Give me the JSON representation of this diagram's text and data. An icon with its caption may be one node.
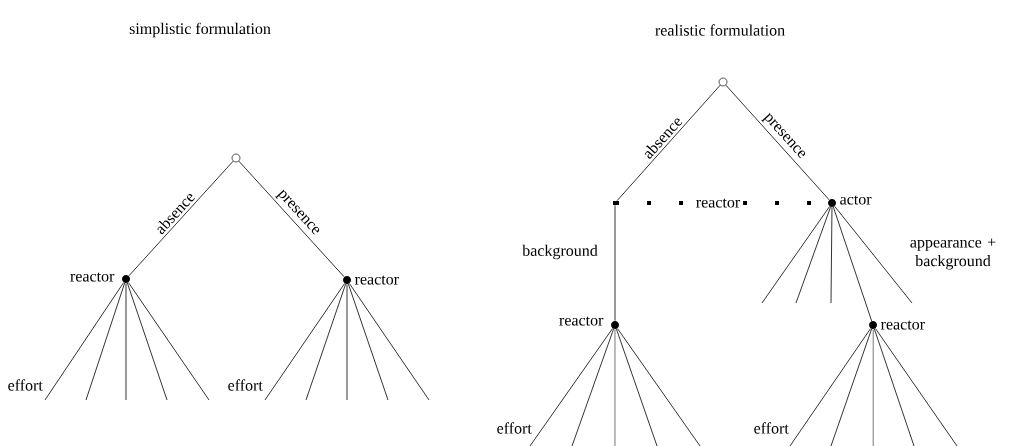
{
  "diagram": {
    "nodes": [
      {
        "text": [],
        "shape": "circle"
      },
      {
        "text": [],
        "shape": "circle",
        "beside": [
          "reactor"
        ]
      },
      {
        "text": [],
        "shape": "circle",
        "beside": [
          "reactor"
        ]
      },
      {
        "text": [],
        "shape": "circle"
      },
      {
        "text": [],
        "shape": "box"
      },
      {
        "text": [],
        "shape": "circle",
        "beside": [
          "actor"
        ]
      },
      {
        "text": [],
        "shape": "circle",
        "beside": [
          "reactor"
        ]
      },
      {
        "text": [],
        "shape": "circle",
        "beside": [
          "reactor"
        ]
      }
    ],
    "edges": [
      {
        "from": 0,
        "to": 1,
        "arrow": "none",
        "label": "absence"
      },
      {
        "from": 0,
        "to": 2,
        "arrow": "none",
        "label": "presence"
      },
      {
        "from": 1,
        "to": null,
        "arrow": "none",
        "label": "effort"
      },
      {
        "from": 1,
        "to": null,
        "arrow": "none"
      },
      {
        "from": 1,
        "to": null,
        "arrow": "none"
      },
      {
        "from": 1,
        "to": null,
        "arrow": "none"
      },
      {
        "from": 1,
        "to": null,
        "arrow": "none"
      },
      {
        "from": 2,
        "to": null,
        "arrow": "none",
        "label": "effort"
      },
      {
        "from": 2,
        "to": null,
        "arrow": "none"
      },
      {
        "from": 2,
        "to": null,
        "arrow": "none"
      },
      {
        "from": 2,
        "to": null,
        "arrow": "none"
      },
      {
        "from": 2,
        "to": null,
        "arrow": "none"
      },
      {
        "from": 3,
        "to": 4,
        "arrow": "none",
        "label": "absence"
      },
      {
        "from": 3,
        "to": 5,
        "arrow": "none",
        "label": "presence"
      },
      {
        "from": 4,
        "to": 5,
        "arrow": "none",
        "label": "reactor",
        "style": "dashed"
      },
      {
        "from": 4,
        "to": 6,
        "arrow": "none",
        "label": "background"
      },
      {
        "from": 5,
        "to": null,
        "arrow": "none"
      },
      {
        "from": 5,
        "to": null,
        "arrow": "none"
      },
      {
        "from": 5,
        "to": null,
        "arrow": "none"
      },
      {
        "from": 5,
        "to": 7,
        "arrow": "none"
      },
      {
        "from": 5,
        "to": null,
        "arrow": "none",
        "label": "appearance + background"
      },
      {
        "from": 6,
        "to": null,
        "arrow": "none",
        "label": "effort"
      },
      {
        "from": 6,
        "to": null,
        "arrow": "none"
      },
      {
        "from": 6,
        "to": null,
        "arrow": "none"
      },
      {
        "from": 6,
        "to": null,
        "arrow": "none"
      },
      {
        "from": 6,
        "to": null,
        "arrow": "none"
      },
      {
        "from": 7,
        "to": null,
        "arrow": "none",
        "label": "effort"
      },
      {
        "from": 7,
        "to": null,
        "arrow": "none"
      },
      {
        "from": 7,
        "to": null,
        "arrow": "none"
      },
      {
        "from": 7,
        "to": null,
        "arrow": "none"
      },
      {
        "from": 7,
        "to": null,
        "arrow": "none"
      }
    ],
    "labels": [
      "simplistic formulation",
      "realistic formulation"
    ]
  }
}
